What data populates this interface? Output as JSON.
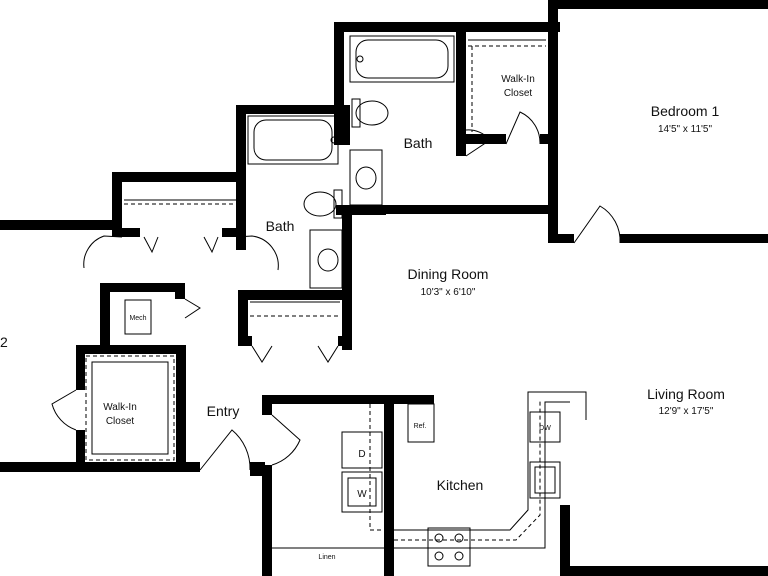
{
  "rooms": {
    "bedroom1": {
      "name": "Bedroom 1",
      "dims": "14'5\" x 11'5\""
    },
    "dining": {
      "name": "Dining Room",
      "dims": "10'3\" x 6'10\""
    },
    "living": {
      "name": "Living Room",
      "dims": "12'9\" x 17'5\""
    },
    "bath_upper": {
      "name": "Bath"
    },
    "bath_lower": {
      "name": "Bath"
    },
    "closet_upper": {
      "line1": "Walk-In",
      "line2": "Closet"
    },
    "closet_lower": {
      "line1": "Walk-In",
      "line2": "Closet"
    },
    "entry": {
      "name": "Entry"
    },
    "kitchen": {
      "name": "Kitchen"
    }
  },
  "fixtures": {
    "mech": "Mech",
    "dryer": "D",
    "washer": "W",
    "fridge": "Ref.",
    "dishwasher": "DW",
    "linen": "Linen"
  },
  "edge_fragment": {
    "text": "2"
  }
}
